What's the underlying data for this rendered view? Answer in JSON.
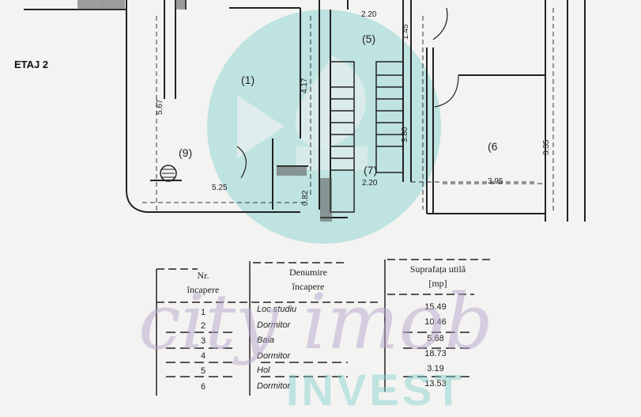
{
  "floor_label": "ETAJ 2",
  "dimensions": {
    "d1": "2.20",
    "d2": "1.45",
    "d3": "4.17",
    "d4": "5.67",
    "d5": "3.80",
    "d6": "3.35",
    "d7": "5.25",
    "d8": "0.82",
    "d9": "2.20",
    "d10": "3.95"
  },
  "room_markers": {
    "r1": "(1)",
    "r5": "(5)",
    "r6": "(6",
    "r7": "(7)",
    "r9": "(9)"
  },
  "table": {
    "col_nr": [
      "Nr.",
      "încapere"
    ],
    "col_name": [
      "Denumire",
      "încapere"
    ],
    "col_area": [
      "Suprafața utilă",
      "[mp]"
    ],
    "rows": [
      {
        "nr": "1",
        "name": "Loc studiu",
        "area": "15.49"
      },
      {
        "nr": "2",
        "name": "Dormitor",
        "area": "10.46"
      },
      {
        "nr": "3",
        "name": "Baia",
        "area": "5.68"
      },
      {
        "nr": "4",
        "name": "Dormitor",
        "area": "18.73"
      },
      {
        "nr": "5",
        "name": "Hol",
        "area": "3.19"
      },
      {
        "nr": "6",
        "name": "Dormitor",
        "area": "13.53"
      }
    ]
  },
  "watermark": {
    "brand": "city imob",
    "sub": "INVEST"
  },
  "colors": {
    "paper": "#f3f3f1",
    "ink": "#222222",
    "watermark_teal": "#7fd0cc",
    "watermark_purple": "#b9a6cf"
  }
}
